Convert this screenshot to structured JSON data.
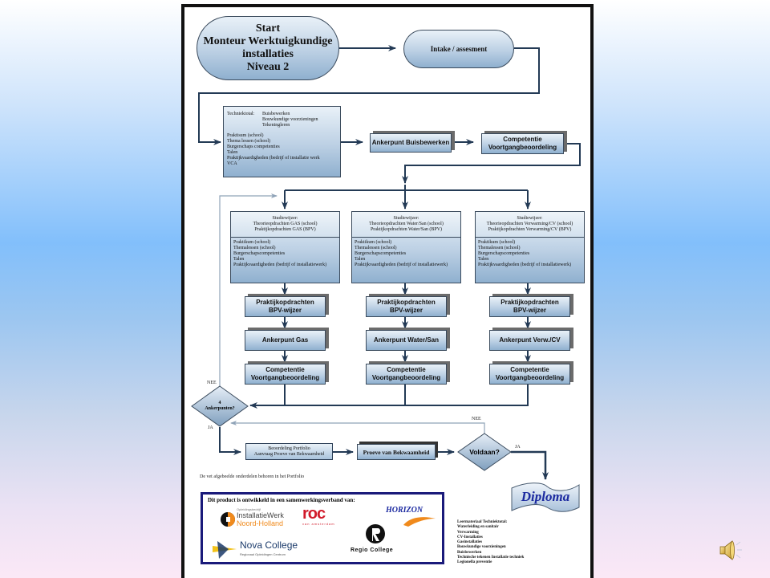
{
  "slide": {
    "background_colors": [
      "#ffffff",
      "#82bffb",
      "#fbe8f6"
    ]
  },
  "flow": {
    "start": {
      "lines": [
        "Start",
        "Monteur Werktuigkundige",
        "installaties",
        "Niveau 2"
      ]
    },
    "intake": {
      "label": "Intake / assesment"
    },
    "technieklokaal": {
      "label": "Techniektotal:",
      "items": [
        "Buisbewerken",
        "Bouwkundige voorzieningen",
        "Tekeningleren"
      ],
      "list": [
        "Praktisum (school)",
        "Thema lessen (school)",
        "Burgerschaps competenties",
        "Talen",
        "Praktijkvaardigheden (bedrijf of installatie werk",
        "VCA"
      ]
    },
    "ankerpunt_buis": {
      "label": "Ankerpunt Buisbewerken"
    },
    "competentie_top": {
      "lines": [
        "Competentie",
        "Voortgangbeoordeling"
      ]
    },
    "columns": [
      {
        "id": "gas",
        "study_title": "Studiewijzer:",
        "study_lines": [
          "Theorieopdrachten GAS (school)",
          "Praktijkopdrachten GAS (BPV)"
        ],
        "list": [
          "Praktikum (school)",
          "Themalessen (school)",
          "Burgerschapscompetenties",
          "Talen",
          "Praktijkvaardigheden (bedrijf of installatiewerk)"
        ],
        "praktijk": [
          "Praktijkopdrachten",
          "BPV-wijzer"
        ],
        "ankerpunt": "Ankerpunt Gas",
        "competentie": [
          "Competentie",
          "Voortgangbeoordeling"
        ]
      },
      {
        "id": "watersan",
        "study_title": "Studiewijzer:",
        "study_lines": [
          "Theorieopdrachten Water/San (school)",
          "Praktijkopdrachten Water/San (BPV)"
        ],
        "list": [
          "Praktikum (school)",
          "Themalessen (school)",
          "Burgerschapscompetenties",
          "Talen",
          "Praktijkvaardigheden (bedrijf of installatiewerk)"
        ],
        "praktijk": [
          "Praktijkopdrachten",
          "BPV-wijzer"
        ],
        "ankerpunt": "Ankerpunt Water/San",
        "competentie": [
          "Competentie",
          "Voortgangbeoordeling"
        ]
      },
      {
        "id": "verwcv",
        "study_title": "Studiewijzer:",
        "study_lines": [
          "Theorieopdrachten Verwarming/CV (school)",
          "Praktijkopdrachten Verwarming/CV (BPV)"
        ],
        "list": [
          "Praktikum (school)",
          "Themalessen (school)",
          "Burgerschapscompetenties",
          "Talen",
          "Praktijkvaardigheden (bedrijf of installatiewerk)"
        ],
        "praktijk": [
          "Praktijkopdrachten",
          "BPV-wijzer"
        ],
        "ankerpunt": "Ankerpunt Verw./CV",
        "competentie": [
          "Competentie",
          "Voortgangbeoordeling"
        ]
      }
    ],
    "decision_anker": {
      "lines": [
        "4",
        "Ankerpunten?"
      ],
      "no": "NEE",
      "yes": "JA"
    },
    "beoordeling": {
      "lines": [
        "Beoordeling Portfolio",
        "Aanvraag Proeve van Bekwaamheid"
      ]
    },
    "proeve": {
      "label": "Proeve van Bekwaamheid"
    },
    "decision_voldaan": {
      "label": "Voldaan?",
      "no": "NEE",
      "yes": "JA"
    },
    "diploma": {
      "label": "Diploma"
    }
  },
  "note": "De vet afgebeelde onderdelen behoren in het Portfolio",
  "partners": {
    "title": "Dit product is ontwikkeld in een samenwerkingsverband van:",
    "logos": [
      {
        "name": "InstallatieWerk Noord-Holland",
        "line1": "InstallatieWerk",
        "line2": "Noord-Holland",
        "small": "Opleidingsbedrijf"
      },
      {
        "name": "ROC van Amsterdam",
        "line1": "roc",
        "line2": "van amsterdam"
      },
      {
        "name": "Horizon College",
        "line1": "HORIZON"
      },
      {
        "name": "Nova College",
        "line1": "Nova College",
        "line2": "Regionaal Opleidingen Centrum"
      },
      {
        "name": "Regio College",
        "line1": "Regio College"
      }
    ]
  },
  "leermateriaal": {
    "title": "Leermateriaal Techniektotal:",
    "items": [
      "Waterleiding en sanitair",
      "Verwarming",
      "CV-Installaties",
      "Gasinstallaties",
      "Bouwkundige voorzieningen",
      "Buisbewerken",
      "Technische tekenen Installatie techniek",
      "Legionella preventie"
    ]
  },
  "icons": {
    "audio": "speaker-icon"
  }
}
